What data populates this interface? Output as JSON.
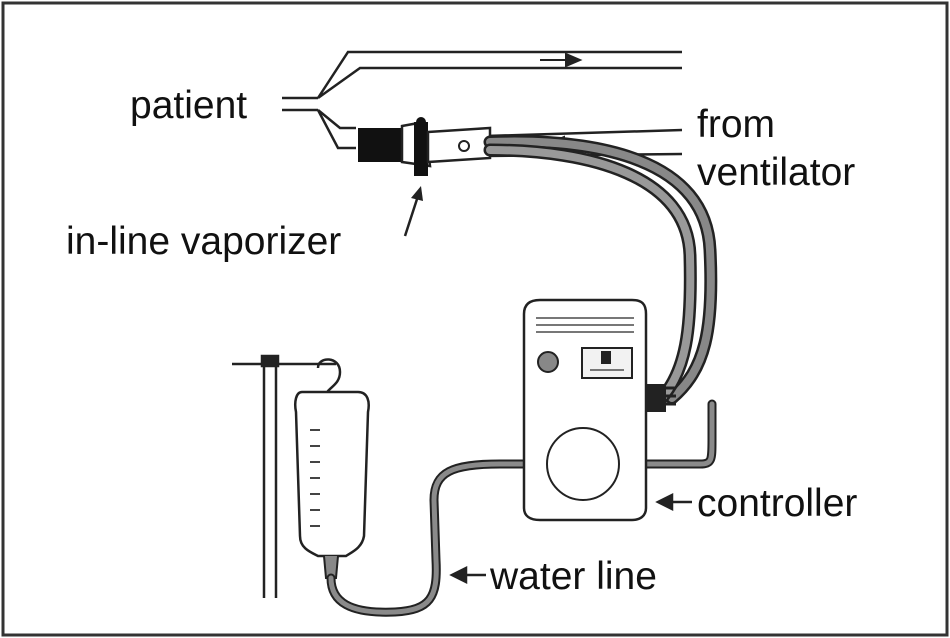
{
  "labels": {
    "patient": "patient",
    "from_ventilator_line1": "from",
    "from_ventilator_line2": "ventilator",
    "in_line_vaporizer": "in-line vaporizer",
    "controller": "controller",
    "water_line": "water line"
  },
  "colors": {
    "line": "#222222",
    "tube_fill": "#777777",
    "background": "#ffffff",
    "frame": "#333333"
  }
}
